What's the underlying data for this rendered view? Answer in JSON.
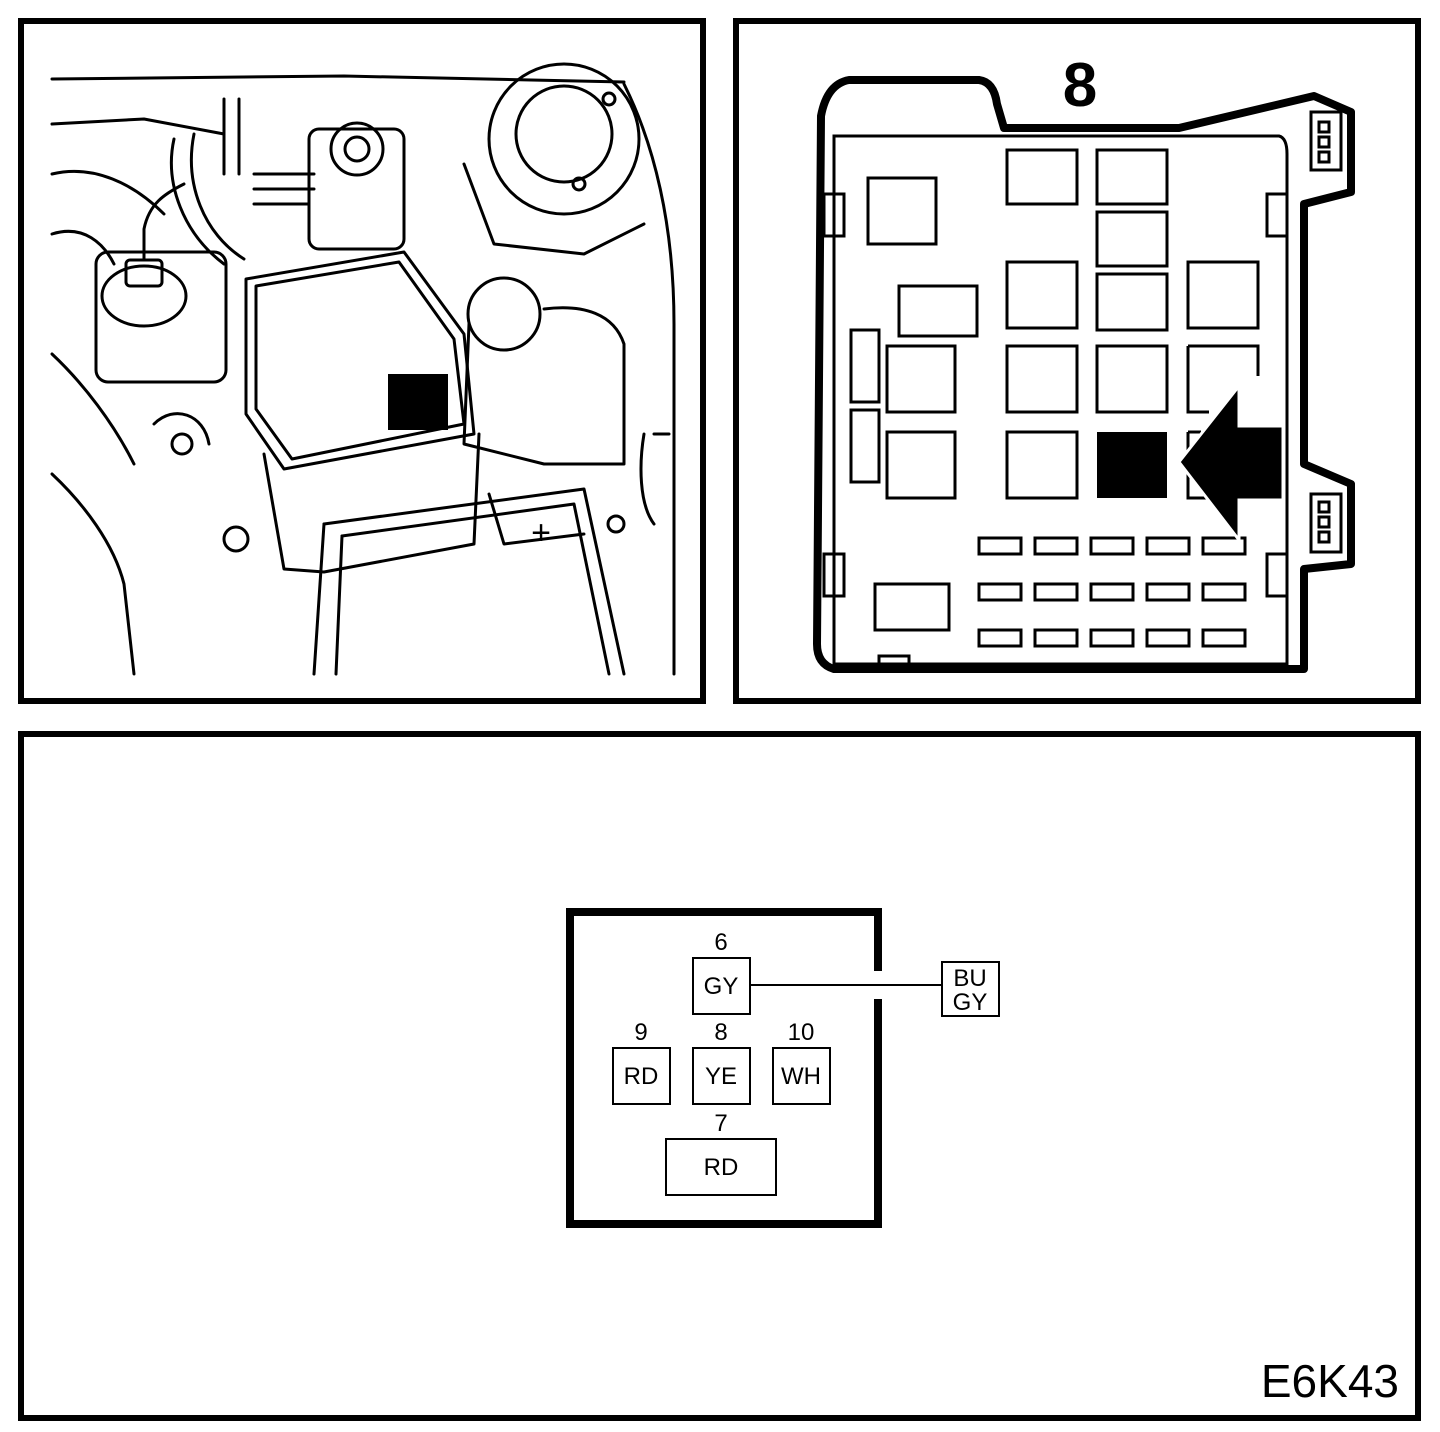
{
  "engine_view": {
    "battery_symbol": "+"
  },
  "fuse_box": {
    "number": "8"
  },
  "connector": {
    "pins": [
      {
        "number": "6",
        "color": "GY"
      },
      {
        "number": "9",
        "color": "RD"
      },
      {
        "number": "8",
        "color": "YE"
      },
      {
        "number": "10",
        "color": "WH"
      },
      {
        "number": "7",
        "color": "RD"
      }
    ],
    "wire_tag": {
      "line1": "BU",
      "line2": "GY"
    }
  },
  "diagram_code": "E6K43",
  "colors": {
    "ink": "#000000",
    "paper": "#ffffff"
  }
}
